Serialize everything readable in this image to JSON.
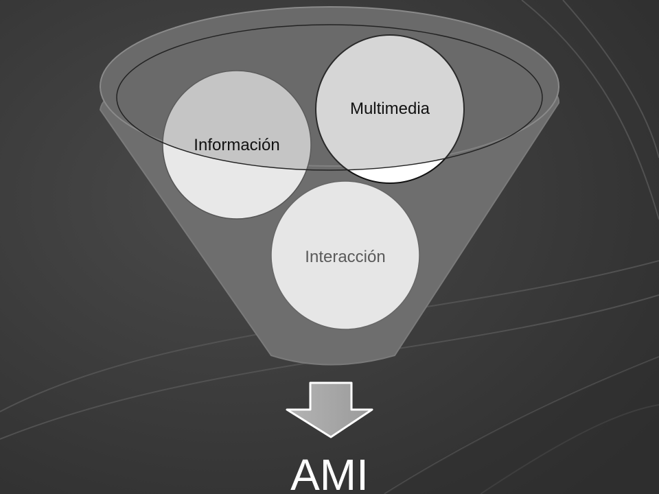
{
  "diagram": {
    "type": "funnel",
    "inputs": [
      {
        "label": "Información",
        "fill": "#e8e8e8"
      },
      {
        "label": "Multimedia",
        "fill": "#ffffff"
      },
      {
        "label": "Interacción",
        "fill": "#e6e6e6"
      }
    ],
    "output": {
      "label": "AMI"
    }
  },
  "colors": {
    "background": "#3a3a3a",
    "funnel": "#6e6e6e",
    "arrow": "#a6a6a6",
    "text_dark": "#111111",
    "text_muted": "#5a5a5a",
    "text_light": "#ffffff"
  }
}
